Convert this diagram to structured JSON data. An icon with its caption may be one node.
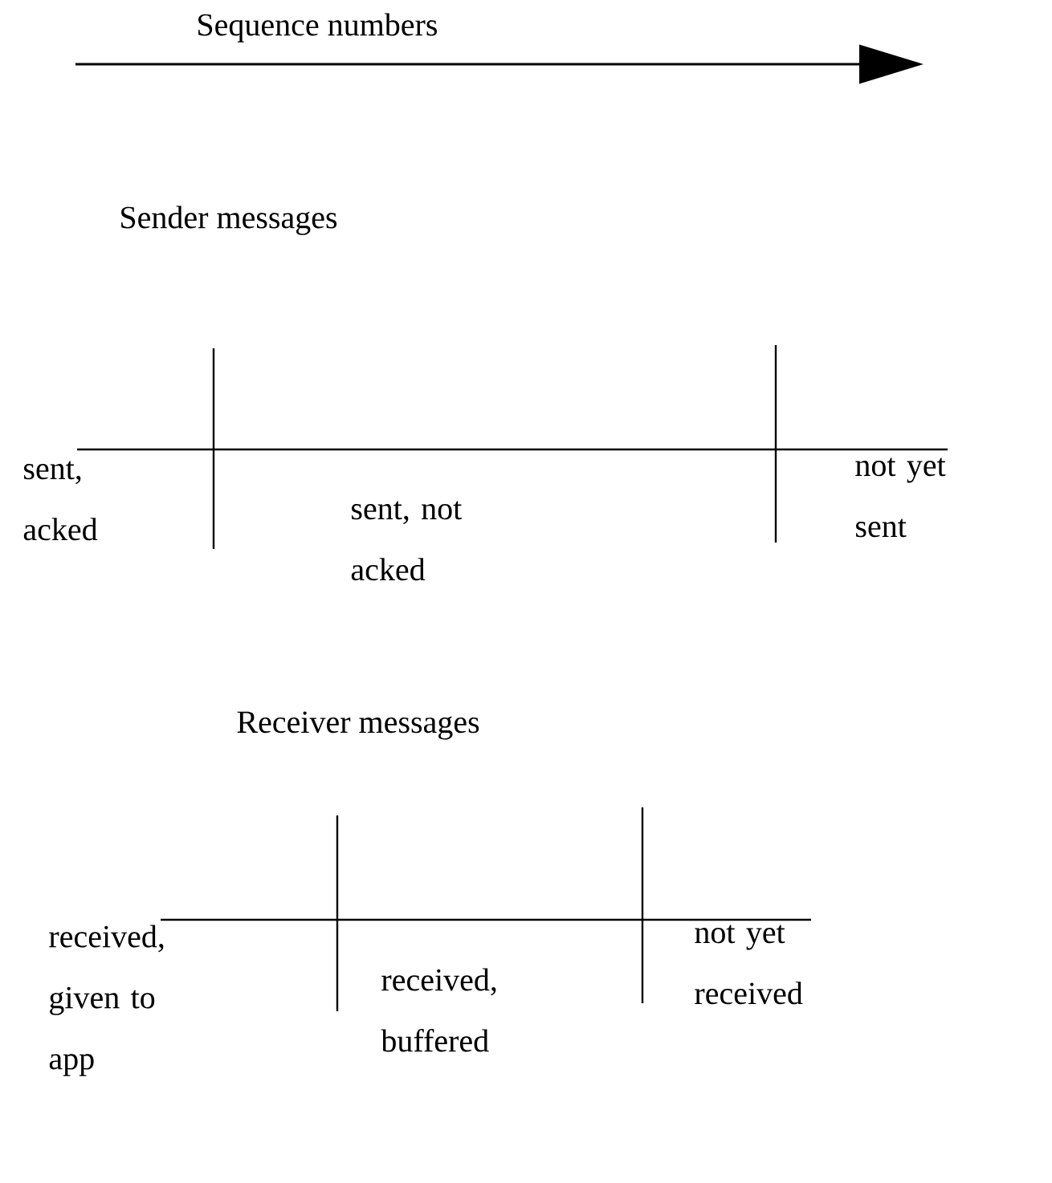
{
  "diagram": {
    "labels": [
      "Sequence numbers",
      "Sender messages",
      "sent, acked",
      "sent, not acked",
      "not yet sent",
      "Receiver messages",
      "received, given to app",
      "received, buffered",
      "not yet received"
    ]
  }
}
